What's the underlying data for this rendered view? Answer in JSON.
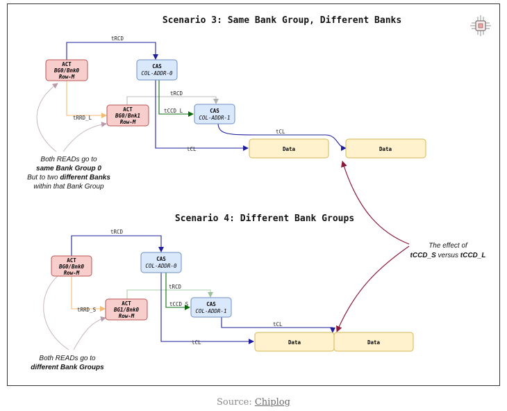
{
  "scenario3": {
    "title": "Scenario 3: Same Bank Group, Different Banks",
    "act0": {
      "head": "ACT",
      "l1": "BG0/Bnk0",
      "l2": "Row-M"
    },
    "act1": {
      "head": "ACT",
      "l1": "BG0/Bnk1",
      "l2": "Row-M"
    },
    "cas0": {
      "head": "CAS",
      "l1": "COL-ADDR-0"
    },
    "cas1": {
      "head": "CAS",
      "l1": "COL-ADDR-1"
    },
    "data0": "Data",
    "data1": "Data",
    "trcd_top": "tRCD",
    "trcd_mid": "tRCD",
    "trrd": "tRRD_L",
    "tccd": "tCCD_L",
    "tcl_lower": "tCL",
    "tcl_upper": "tCL",
    "note": {
      "l1": "Both READs go to",
      "l2": "same Bank Group 0",
      "l3a": "But to two ",
      "l3b": "different Banks",
      "l4": "within that Bank Group"
    }
  },
  "scenario4": {
    "title": "Scenario 4: Different Bank Groups",
    "act0": {
      "head": "ACT",
      "l1": "BG0/Bnk0",
      "l2": "Row-M"
    },
    "act1": {
      "head": "ACT",
      "l1": "BG1/Bnk0",
      "l2": "Row-M"
    },
    "cas0": {
      "head": "CAS",
      "l1": "COL-ADDR-0"
    },
    "cas1": {
      "head": "CAS",
      "l1": "COL-ADDR-1"
    },
    "data0": "Data",
    "data1": "Data",
    "trcd_top": "tRCD",
    "trcd_mid": "tRCD",
    "trrd": "tRRD_S",
    "tccd": "tCCD_S",
    "tcl_lower": "tCL",
    "tcl_upper": "tCL",
    "note": {
      "l1": "Both READs go to",
      "l2": "different Bank Groups"
    }
  },
  "effect": {
    "l1": "The effect of",
    "l2a": "tCCD_S",
    "l2b": " versus ",
    "l2c": "tCCD_L"
  },
  "source": {
    "prefix": "Source: ",
    "link": "Chiplog"
  },
  "logo_icon": "chip-icon",
  "colors": {
    "act_fill": "#f8cecc",
    "act_stroke": "#b85450",
    "cas_fill": "#dae8fc",
    "cas_stroke": "#6c8ebf",
    "data_fill": "#fff2cc",
    "data_stroke": "#d6b656",
    "arrow_blue": "#1f1f9e",
    "arrow_orange": "#f5b971",
    "arrow_green": "#0a6b0a",
    "arrow_gray": "#b8b8b8",
    "arrow_pinkgray": "#c8a8b8",
    "arrow_maroon": "#8b1a3a"
  }
}
